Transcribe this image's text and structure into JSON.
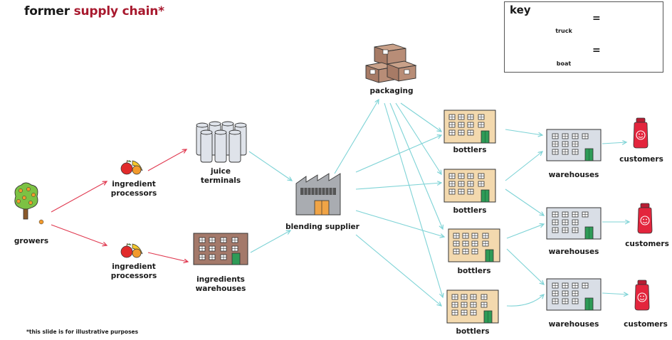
{
  "title": {
    "lead": "former",
    "rest": " supply chain*"
  },
  "footnote": "*this slide is for illustrative purposes",
  "key": {
    "title": "key",
    "truck_label": "truck",
    "boat_label": "boat",
    "equals": "=",
    "truck_color": "#7ed3d6",
    "boat_color": "#e0384f"
  },
  "nodes": {
    "growers": "growers",
    "ingredient_processors_1": "ingredient\nprocessors",
    "ingredient_processors_2": "ingredient\nprocessors",
    "juice_terminals": "juice\nterminals",
    "ingredients_warehouses": "ingredients\nwarehouses",
    "blending_supplier": "blending supplier",
    "packaging": "packaging",
    "bottlers_1": "bottlers",
    "bottlers_2": "bottlers",
    "bottlers_3": "bottlers",
    "bottlers_4": "bottlers",
    "warehouses_1": "warehouses",
    "warehouses_2": "warehouses",
    "warehouses_3": "warehouses",
    "customers_1": "customers",
    "customers_2": "customers",
    "customers_3": "customers"
  },
  "colors": {
    "accent": "#a8192e",
    "truck_arrow": "#7ed3d6",
    "boat_arrow": "#e0384f",
    "bottler_building": "#f3d9ae",
    "warehouse_building": "#d9dee6",
    "ingredient_warehouse": "#a4796a",
    "door_green": "#2e9b57",
    "factory_door": "#f0a446",
    "bottle_red": "#e3253d"
  }
}
